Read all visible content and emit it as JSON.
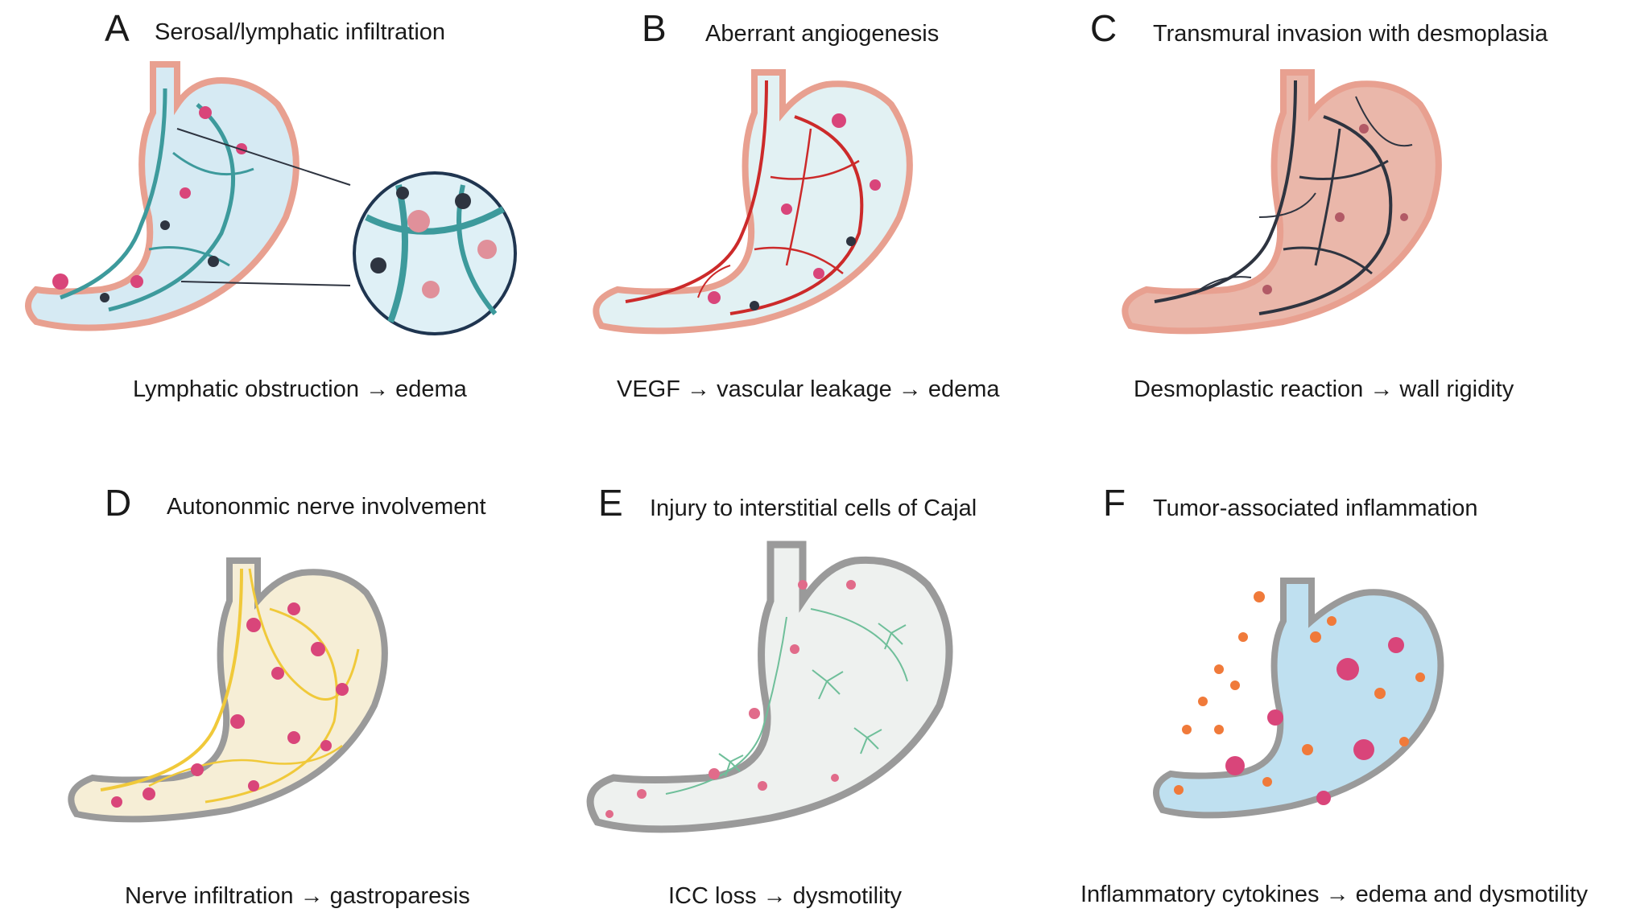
{
  "panels": [
    {
      "letter": "A",
      "title": "Serosal/lymphatic infiltration",
      "caption": "Lymphatic obstruction → edema"
    },
    {
      "letter": "B",
      "title": "Aberrant angiogenesis",
      "caption": "VEGF → vascular leakage → edema"
    },
    {
      "letter": "C",
      "title": "Transmural invasion with desmoplasia",
      "caption": "Desmoplastic reaction → wall rigidity"
    },
    {
      "letter": "D",
      "title": "Autononmic nerve involvement",
      "caption": "Nerve infiltration → gastroparesis"
    },
    {
      "letter": "E",
      "title": "Injury to interstitial cells of Cajal",
      "caption": "ICC loss → dysmotility"
    },
    {
      "letter": "F",
      "title": "Tumor-associated inflammation",
      "caption": "Inflammatory cytokines → edema and dysmotility"
    }
  ],
  "colors": {
    "serosa_pink": "#e8a090",
    "lymph_teal": "#3d9a9c",
    "vessel_red": "#cc2a2a",
    "fibrosis_dark": "#2e3440",
    "nerve_yellow": "#f0c93a",
    "icc_green": "#6fbf9a",
    "inflam_blue": "#bfe0f0",
    "cytokine_orange": "#f07a3a",
    "tumor_pink": "#d9457a"
  }
}
